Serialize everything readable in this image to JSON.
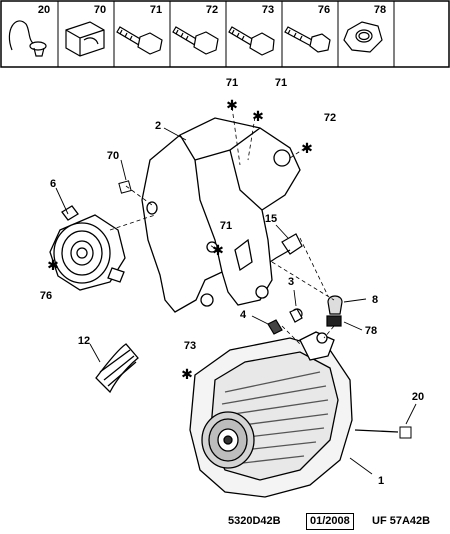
{
  "header_parts": [
    {
      "ref": "20",
      "icon": "wire-clip-icon"
    },
    {
      "ref": "70",
      "icon": "rubber-bush-icon"
    },
    {
      "ref": "71",
      "icon": "flange-bolt-icon"
    },
    {
      "ref": "72",
      "icon": "hex-bolt-icon"
    },
    {
      "ref": "73",
      "icon": "flange-screw-icon"
    },
    {
      "ref": "76",
      "icon": "socket-screw-icon"
    },
    {
      "ref": "78",
      "icon": "hex-nut-icon"
    }
  ],
  "callouts": {
    "c71a": "71",
    "c71b": "71",
    "c72": "72",
    "c2": "2",
    "c70": "70",
    "c6": "6",
    "c71c": "71",
    "c15": "15",
    "c76": "76",
    "c3": "3",
    "c8": "8",
    "c4": "4",
    "c78": "78",
    "c12": "12",
    "c73": "73",
    "c20": "20",
    "c1": "1"
  },
  "footer": {
    "drawing_ref": "5320D42B",
    "date": "01/2008",
    "uf_ref": "UF 57A42B"
  }
}
